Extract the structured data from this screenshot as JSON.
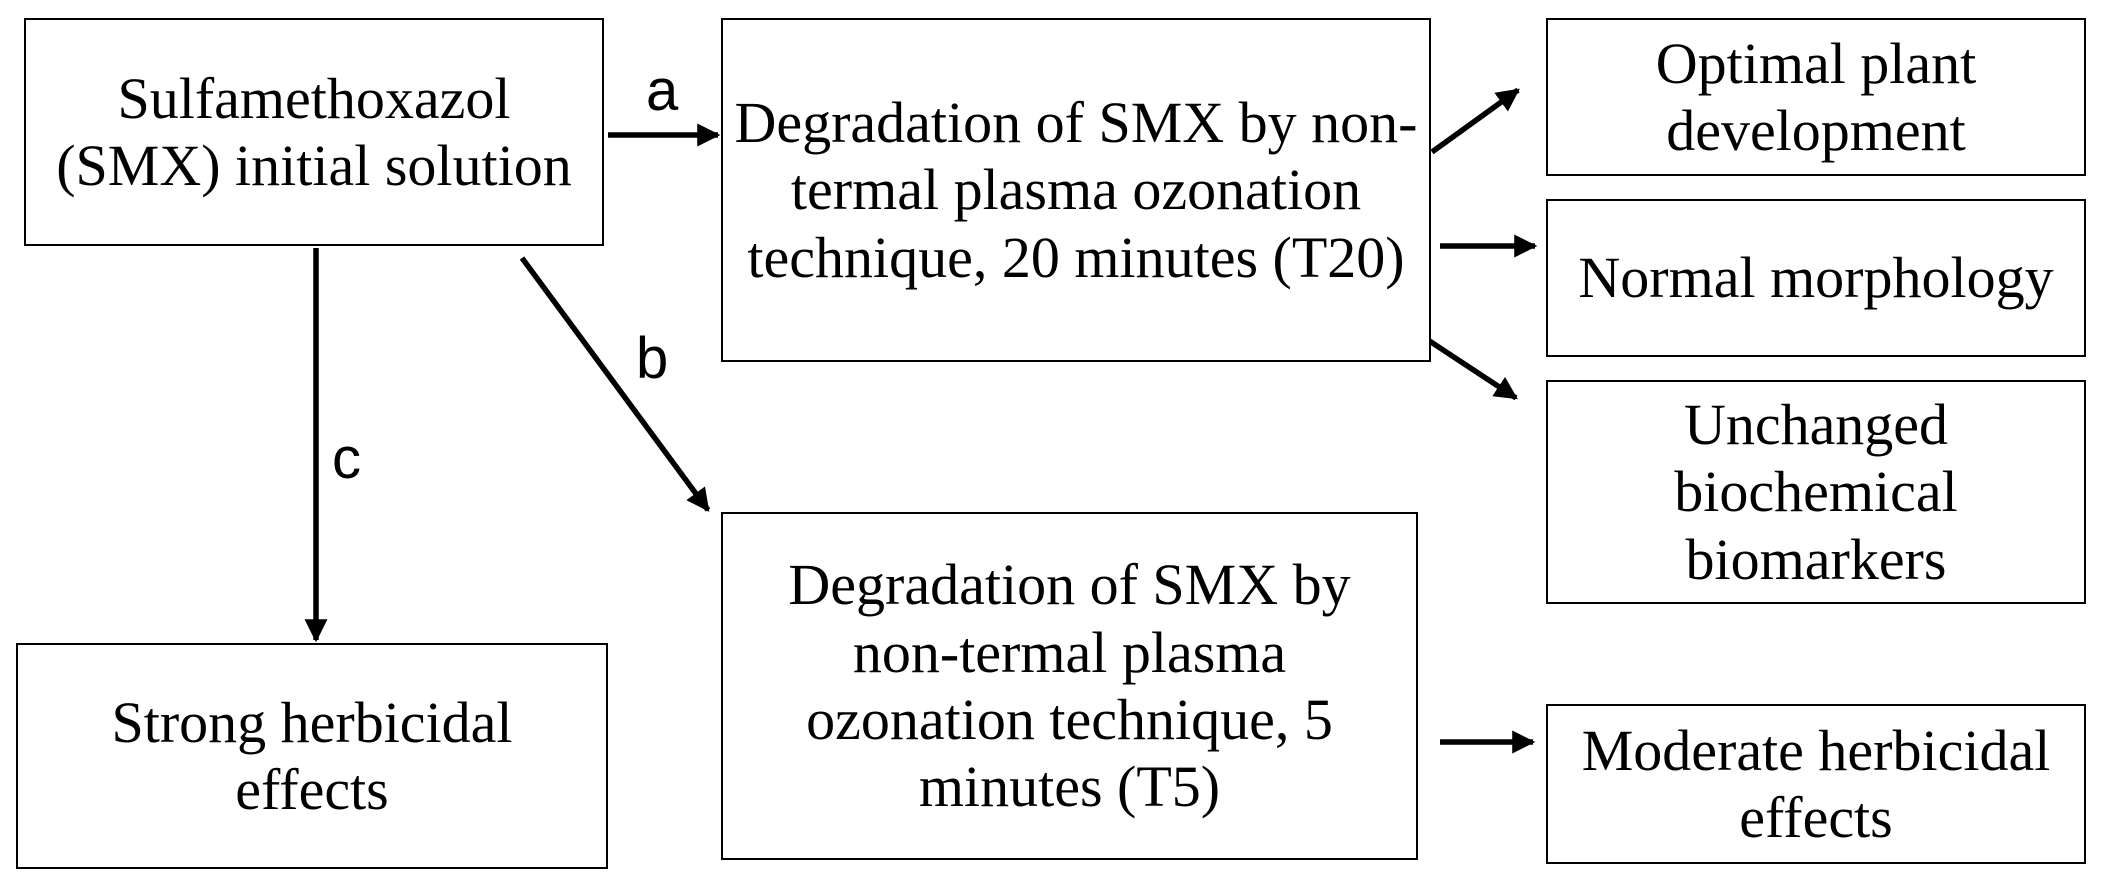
{
  "diagram": {
    "nodes": {
      "initial": "Sulfamethoxazol (SMX) initial solution",
      "t20": "Degradation of SMX by non-termal plasma ozonation technique, 20 minutes (T20)",
      "t5": "Degradation of SMX by non-termal plasma ozonation technique, 5 minutes (T5)",
      "strong": "Strong herbicidal effects",
      "optimal": "Optimal plant development",
      "normal": "Normal morphology",
      "unchanged": "Unchanged biochemical biomarkers",
      "moderate": "Moderate herbicidal effects"
    },
    "edge_labels": {
      "a": "a",
      "b": "b",
      "c": "c"
    },
    "edges": [
      {
        "from": "initial",
        "to": "t20",
        "label": "a"
      },
      {
        "from": "initial",
        "to": "t5",
        "label": "b"
      },
      {
        "from": "initial",
        "to": "strong",
        "label": "c"
      },
      {
        "from": "t20",
        "to": "optimal"
      },
      {
        "from": "t20",
        "to": "normal"
      },
      {
        "from": "t20",
        "to": "unchanged"
      },
      {
        "from": "t5",
        "to": "moderate"
      }
    ],
    "colors": {
      "stroke": "#000000",
      "background": "#ffffff"
    }
  }
}
